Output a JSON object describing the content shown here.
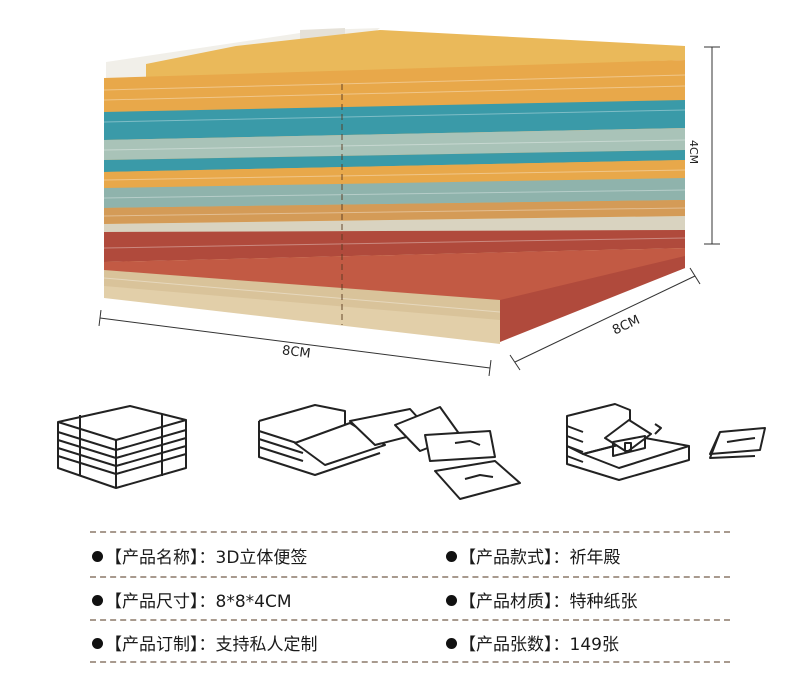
{
  "dimensions": {
    "height_label": "4CM",
    "width_label": "8CM",
    "depth_label": "8CM"
  },
  "specs": [
    {
      "label": "【产品名称】：",
      "value": "3D立体便签"
    },
    {
      "label": "【产品款式】：",
      "value": "祈年殿"
    },
    {
      "label": "【产品尺寸】：",
      "value": "8*8*4CM"
    },
    {
      "label": "【产品材质】：",
      "value": "特种纸张"
    },
    {
      "label": "【产品订制】：",
      "value": "支持私人定制"
    },
    {
      "label": "【产品张数】：",
      "value": "149张"
    }
  ],
  "colors": {
    "orange": "#e8a84a",
    "teal": "#3a9aa8",
    "sage": "#a9c3b8",
    "red": "#b04a3c",
    "cream": "#d9c39a",
    "divider": "#a89a8e"
  },
  "illustrations": [
    "stack-icon",
    "tearing-pages-icon",
    "popup-house-icon"
  ]
}
